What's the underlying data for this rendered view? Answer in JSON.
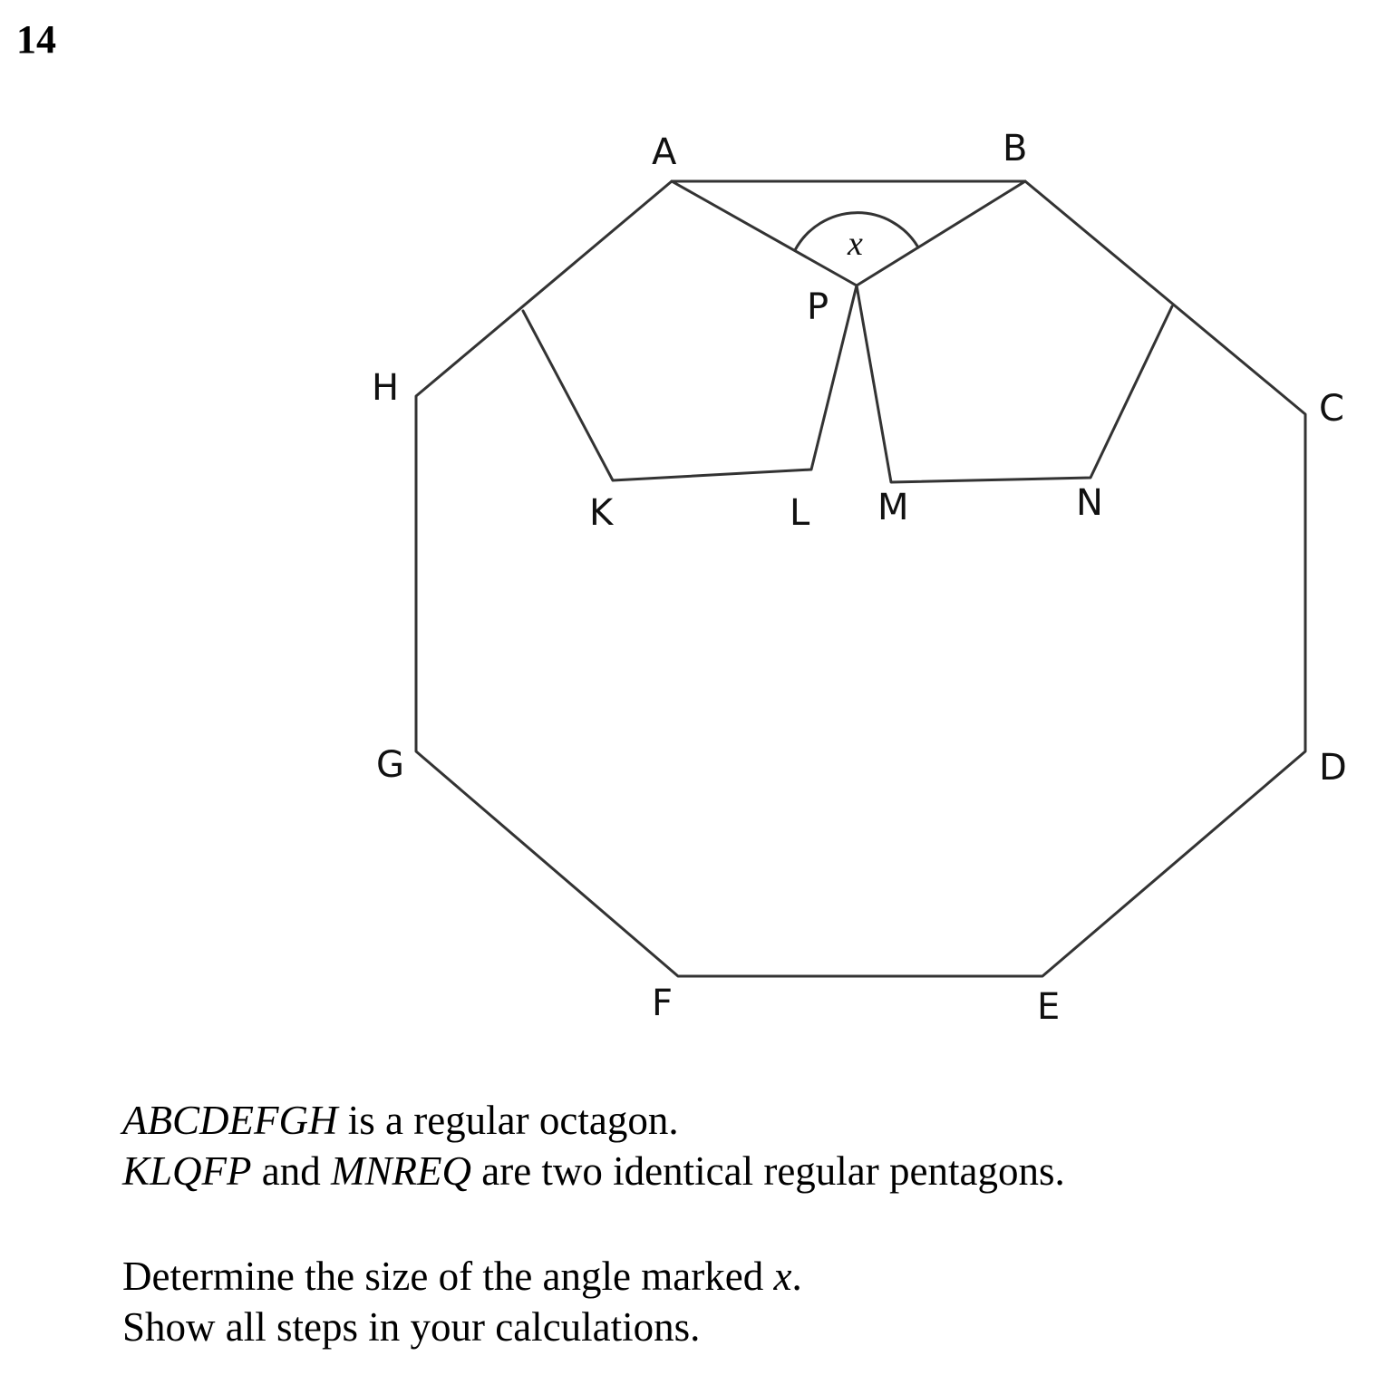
{
  "question_number": "14",
  "diagram": {
    "vertex_labels": {
      "A": "A",
      "B": "B",
      "C": "C",
      "D": "D",
      "E": "E",
      "F": "F",
      "G": "G",
      "H": "H",
      "K": "K",
      "L": "L",
      "M": "M",
      "N": "N",
      "P": "P"
    },
    "angle_label": "x"
  },
  "text": {
    "line1_italic": "ABCDEFGH",
    "line1_rest": " is a regular octagon.",
    "line2_italic_a": "KLQFP",
    "line2_mid": " and ",
    "line2_italic_b": "MNREQ",
    "line2_rest": " are two identical regular pentagons.",
    "line3_start": "Determine the size of the angle marked ",
    "line3_italic": "x",
    "line3_end": ".",
    "line4": "Show all steps in your calculations."
  }
}
